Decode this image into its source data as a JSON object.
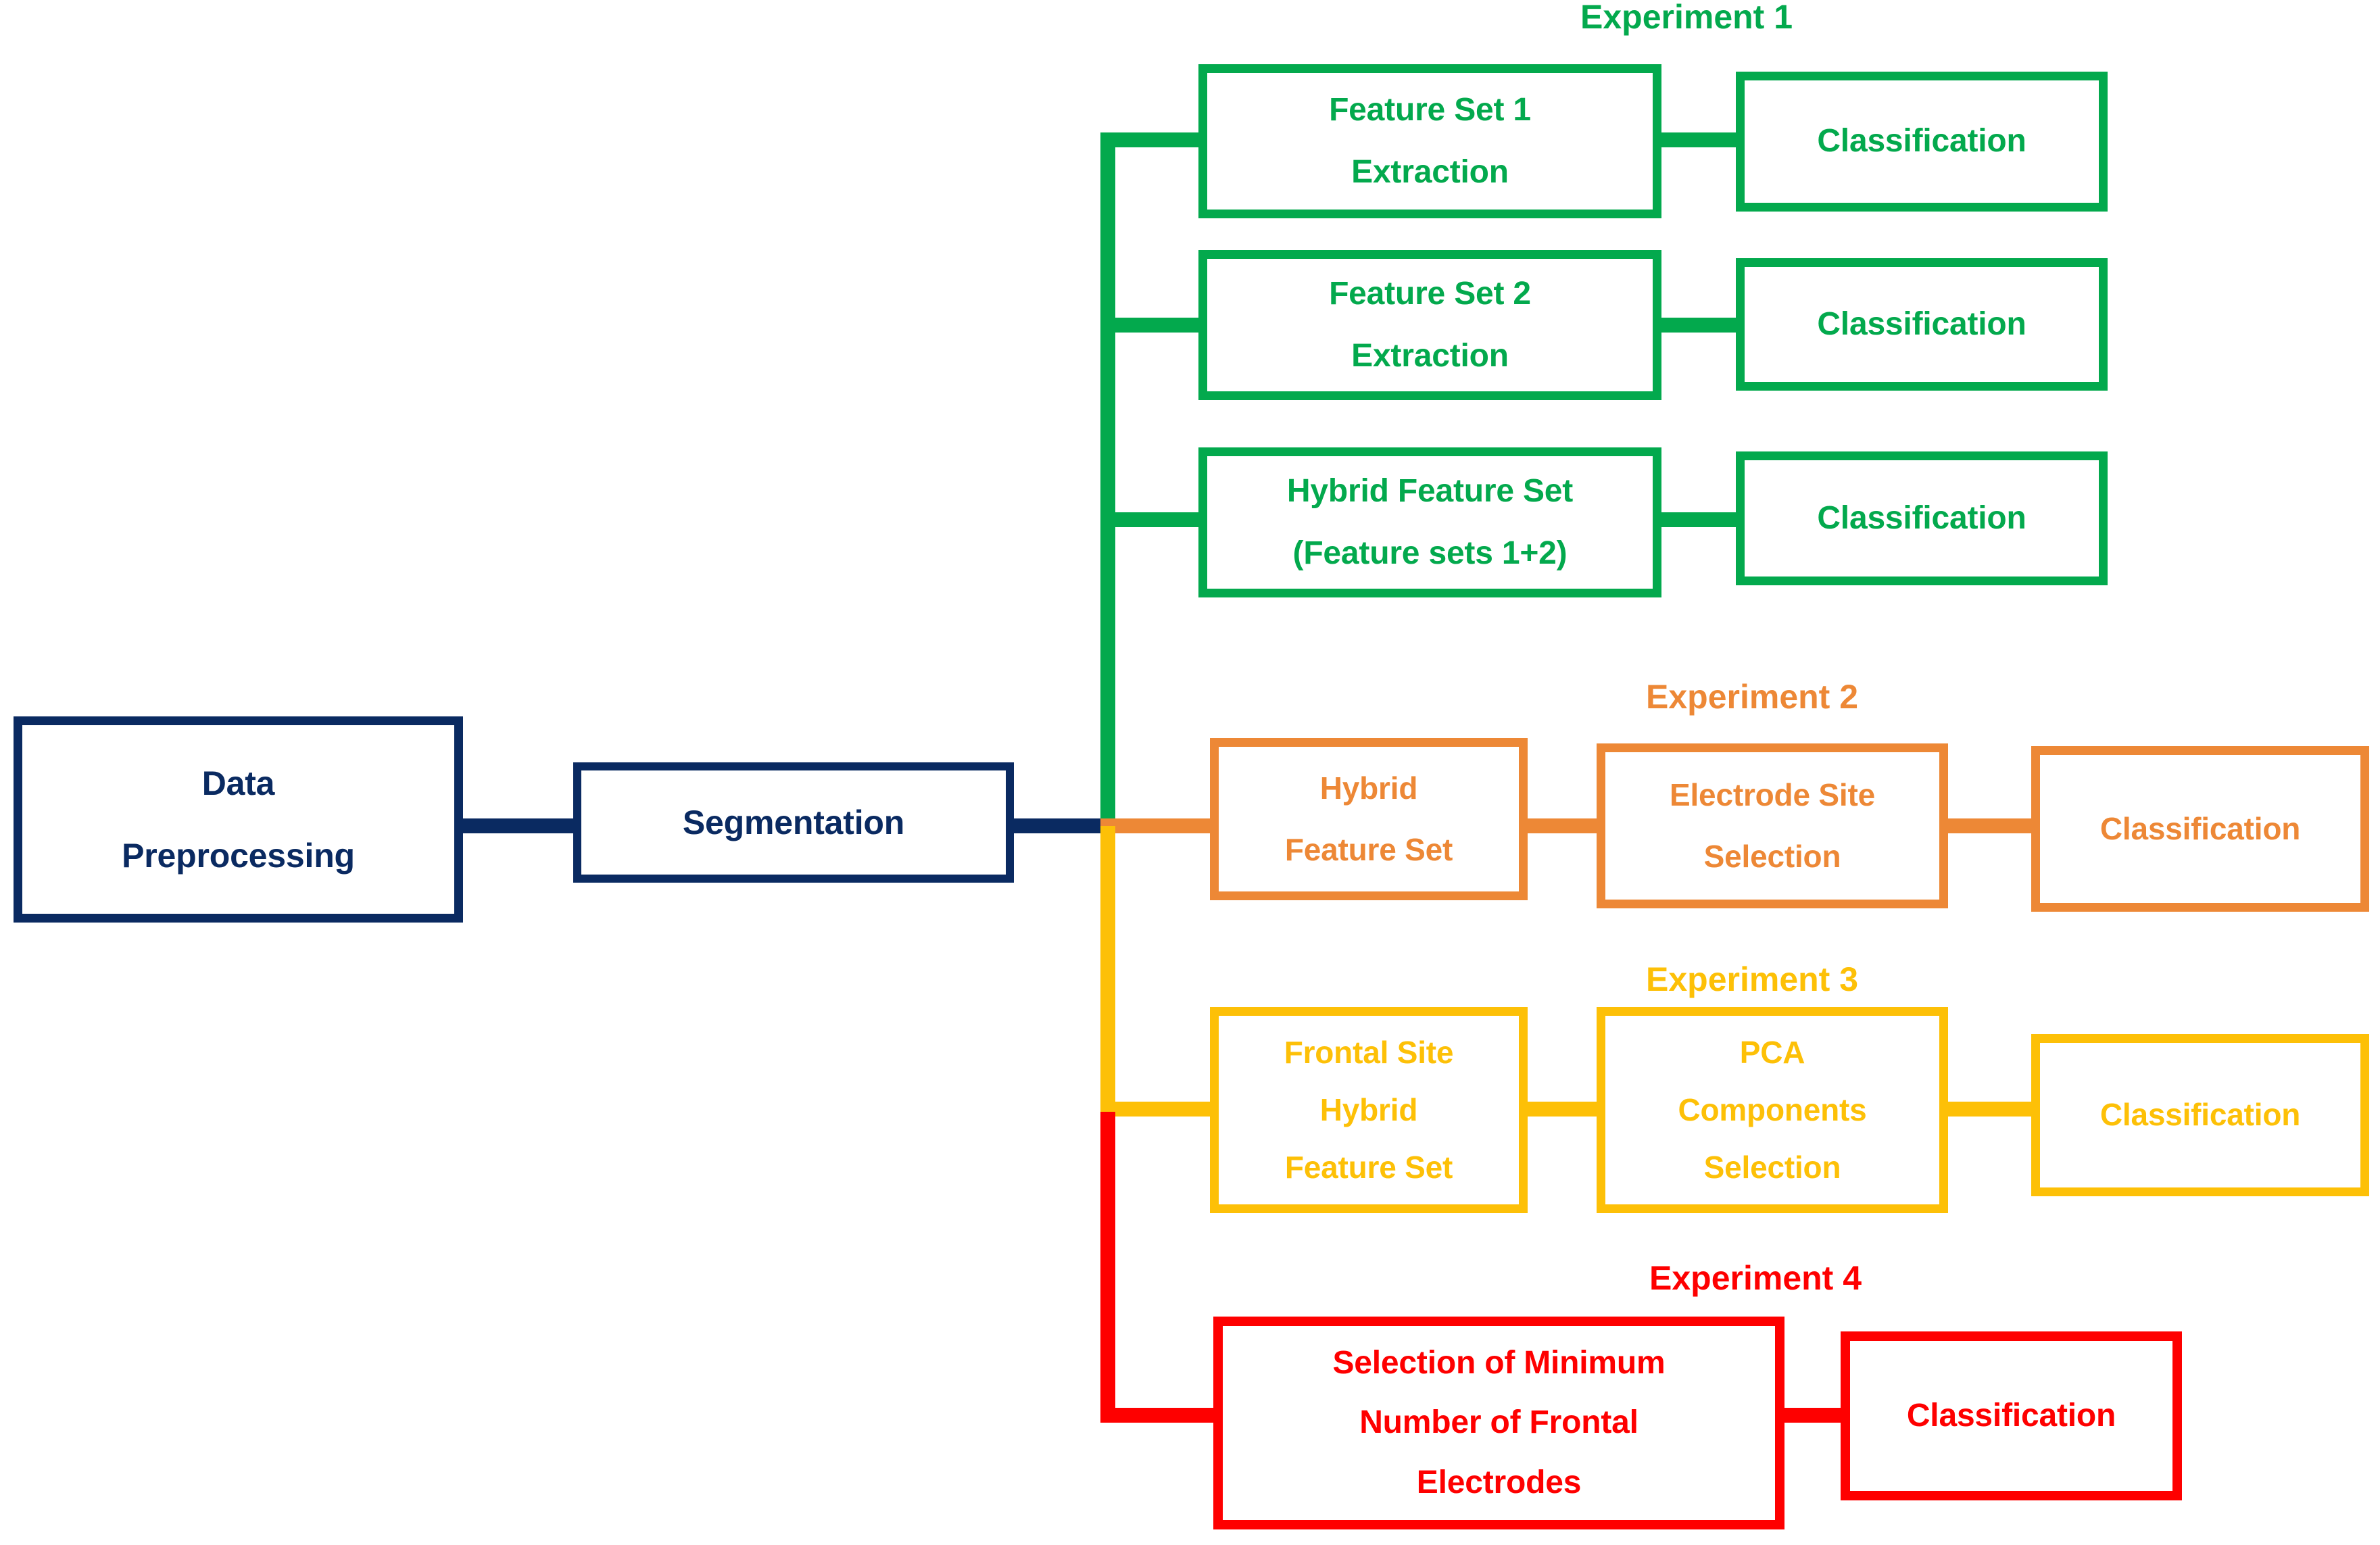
{
  "palette": {
    "navy": "#0a2a61",
    "green": "#03a94d",
    "orange": "#ed8836",
    "gold": "#fdc007",
    "red": "#fe0000",
    "background": "#ffffff"
  },
  "pipeline": {
    "input": {
      "data_label": "Data",
      "preprocessing_label": "Preprocessing"
    },
    "segmentation": {
      "label": "Segmentation"
    }
  },
  "experiments": [
    {
      "caption": "Experiment 1",
      "color": "green",
      "branches": [
        {
          "stage_line1": "Feature Set 1",
          "stage_line2": "Extraction",
          "classification": "Classification"
        },
        {
          "stage_line1": "Feature Set 2",
          "stage_line2": "Extraction",
          "classification": "Classification"
        },
        {
          "stage_line1": "Hybrid Feature Set",
          "stage_line2": "(Feature sets 1+2)",
          "classification": "Classification"
        }
      ]
    },
    {
      "caption": "Experiment 2",
      "color": "orange",
      "stage1_line1": "Hybrid",
      "stage1_line2": "Feature Set",
      "stage2_line1": "Electrode Site",
      "stage2_line2": "Selection",
      "classification": "Classification"
    },
    {
      "caption": "Experiment 3",
      "color": "gold",
      "stage1_line1": "Frontal Site",
      "stage1_line2": "Hybrid",
      "stage1_line3": "Feature Set",
      "stage2_line1": "PCA",
      "stage2_line2": "Components",
      "stage2_line3": "Selection",
      "classification": "Classification"
    },
    {
      "caption": "Experiment 4",
      "color": "red",
      "stage1_line1": "Selection of Minimum",
      "stage1_line2": "Number of Frontal",
      "stage1_line3": "Electrodes",
      "classification": "Classification"
    }
  ]
}
